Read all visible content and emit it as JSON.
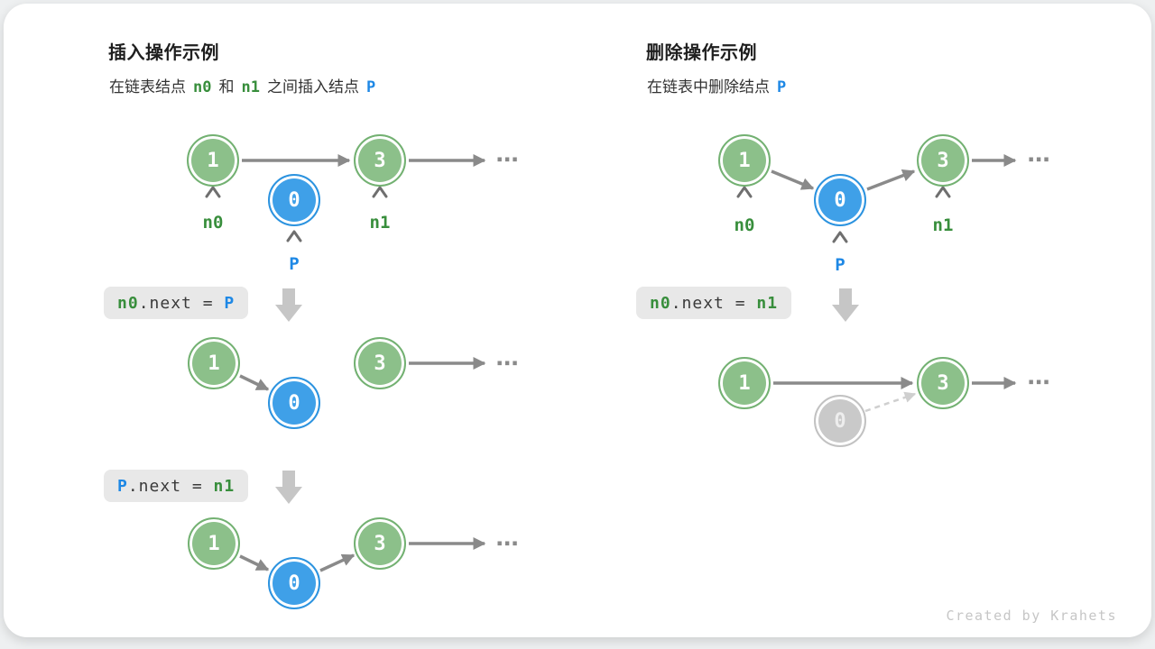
{
  "card": {
    "credit": "Created by Krahets"
  },
  "colors": {
    "node_green_fill": "#8CC08A",
    "node_green_border": "#73B172",
    "node_blue_fill": "#3FA0E8",
    "node_blue_border": "#2C93DF",
    "node_removed_fill": "#C9C9C9",
    "arrow_gray": "#8A8A8A",
    "text_green": "#388E3C",
    "text_blue": "#1E88E5",
    "chip_bg": "#E8E8E8"
  },
  "nodes": {
    "one": "1",
    "zero": "0",
    "three": "3"
  },
  "labels": {
    "n0": "n0",
    "n1": "n1",
    "p": "P"
  },
  "ellipsis": "⋯",
  "insert": {
    "title": "插入操作示例",
    "subtitle": {
      "part1": "在链表结点",
      "n0": "n0",
      "part2": "和",
      "n1": "n1",
      "part3": "之间插入结点",
      "p": "P"
    },
    "code1": {
      "lhs": "n0",
      "mid": ".next = ",
      "rhs": "P"
    },
    "code2": {
      "lhs": "P",
      "mid": ".next = ",
      "rhs": "n1"
    }
  },
  "delete": {
    "title": "删除操作示例",
    "subtitle": {
      "part1": "在链表中删除结点",
      "p": "P"
    },
    "code1": {
      "lhs": "n0",
      "mid": ".next = ",
      "rhs": "n1"
    }
  }
}
